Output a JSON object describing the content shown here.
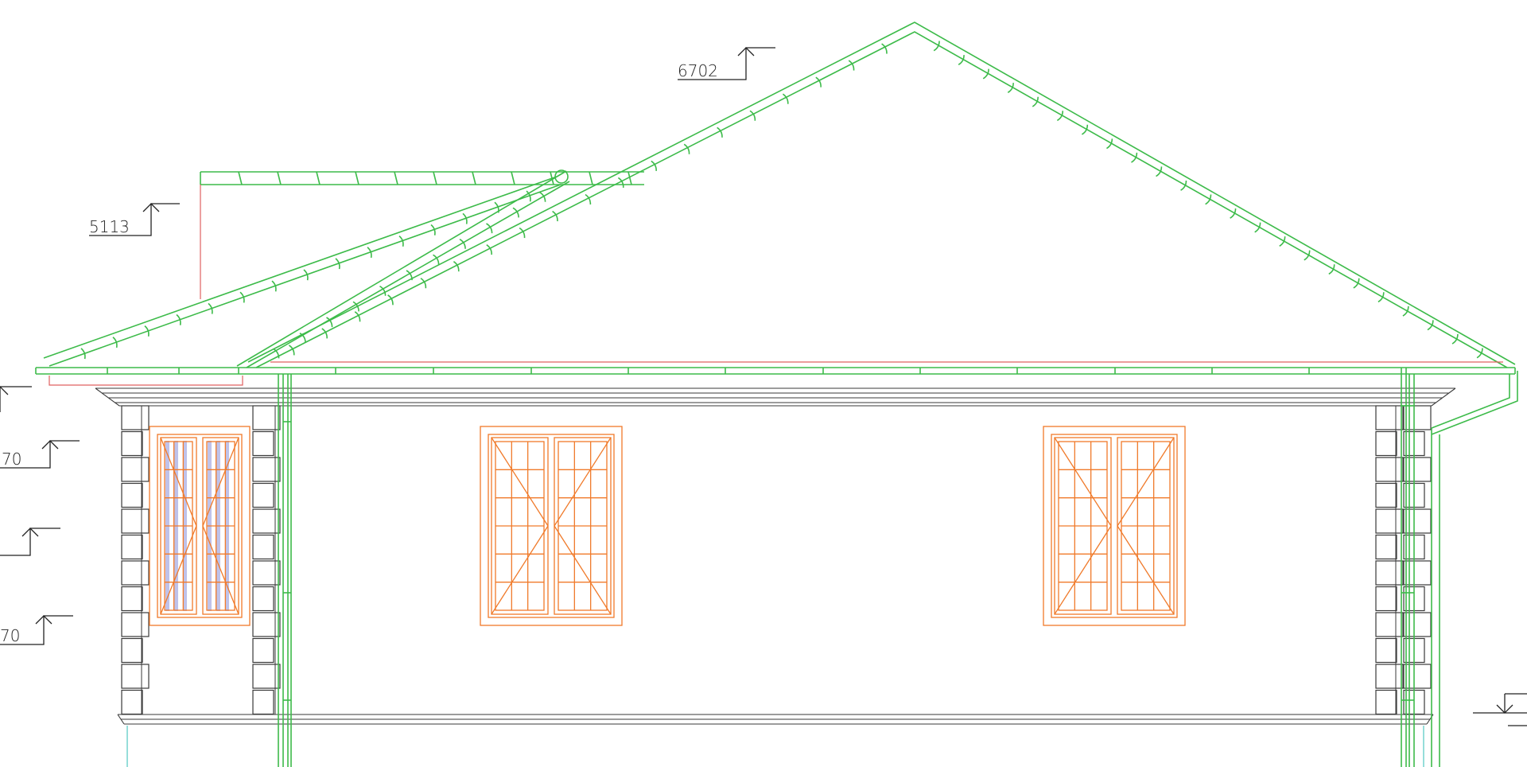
{
  "drawing": {
    "elevation_labels": [
      {
        "id": "ridge",
        "text": "6702"
      },
      {
        "id": "lower-ridge",
        "text": "5113"
      },
      {
        "id": "left-1",
        "text": "70"
      },
      {
        "id": "left-2",
        "text": ""
      },
      {
        "id": "left-3",
        "text": "70"
      }
    ],
    "colors": {
      "roof": "#3dbb4a",
      "window": "#f07a2a",
      "glass": "#8a8fd8",
      "wall": "#3a3a3a",
      "guide": "#e06060",
      "ground": "#4fc7c0"
    }
  }
}
